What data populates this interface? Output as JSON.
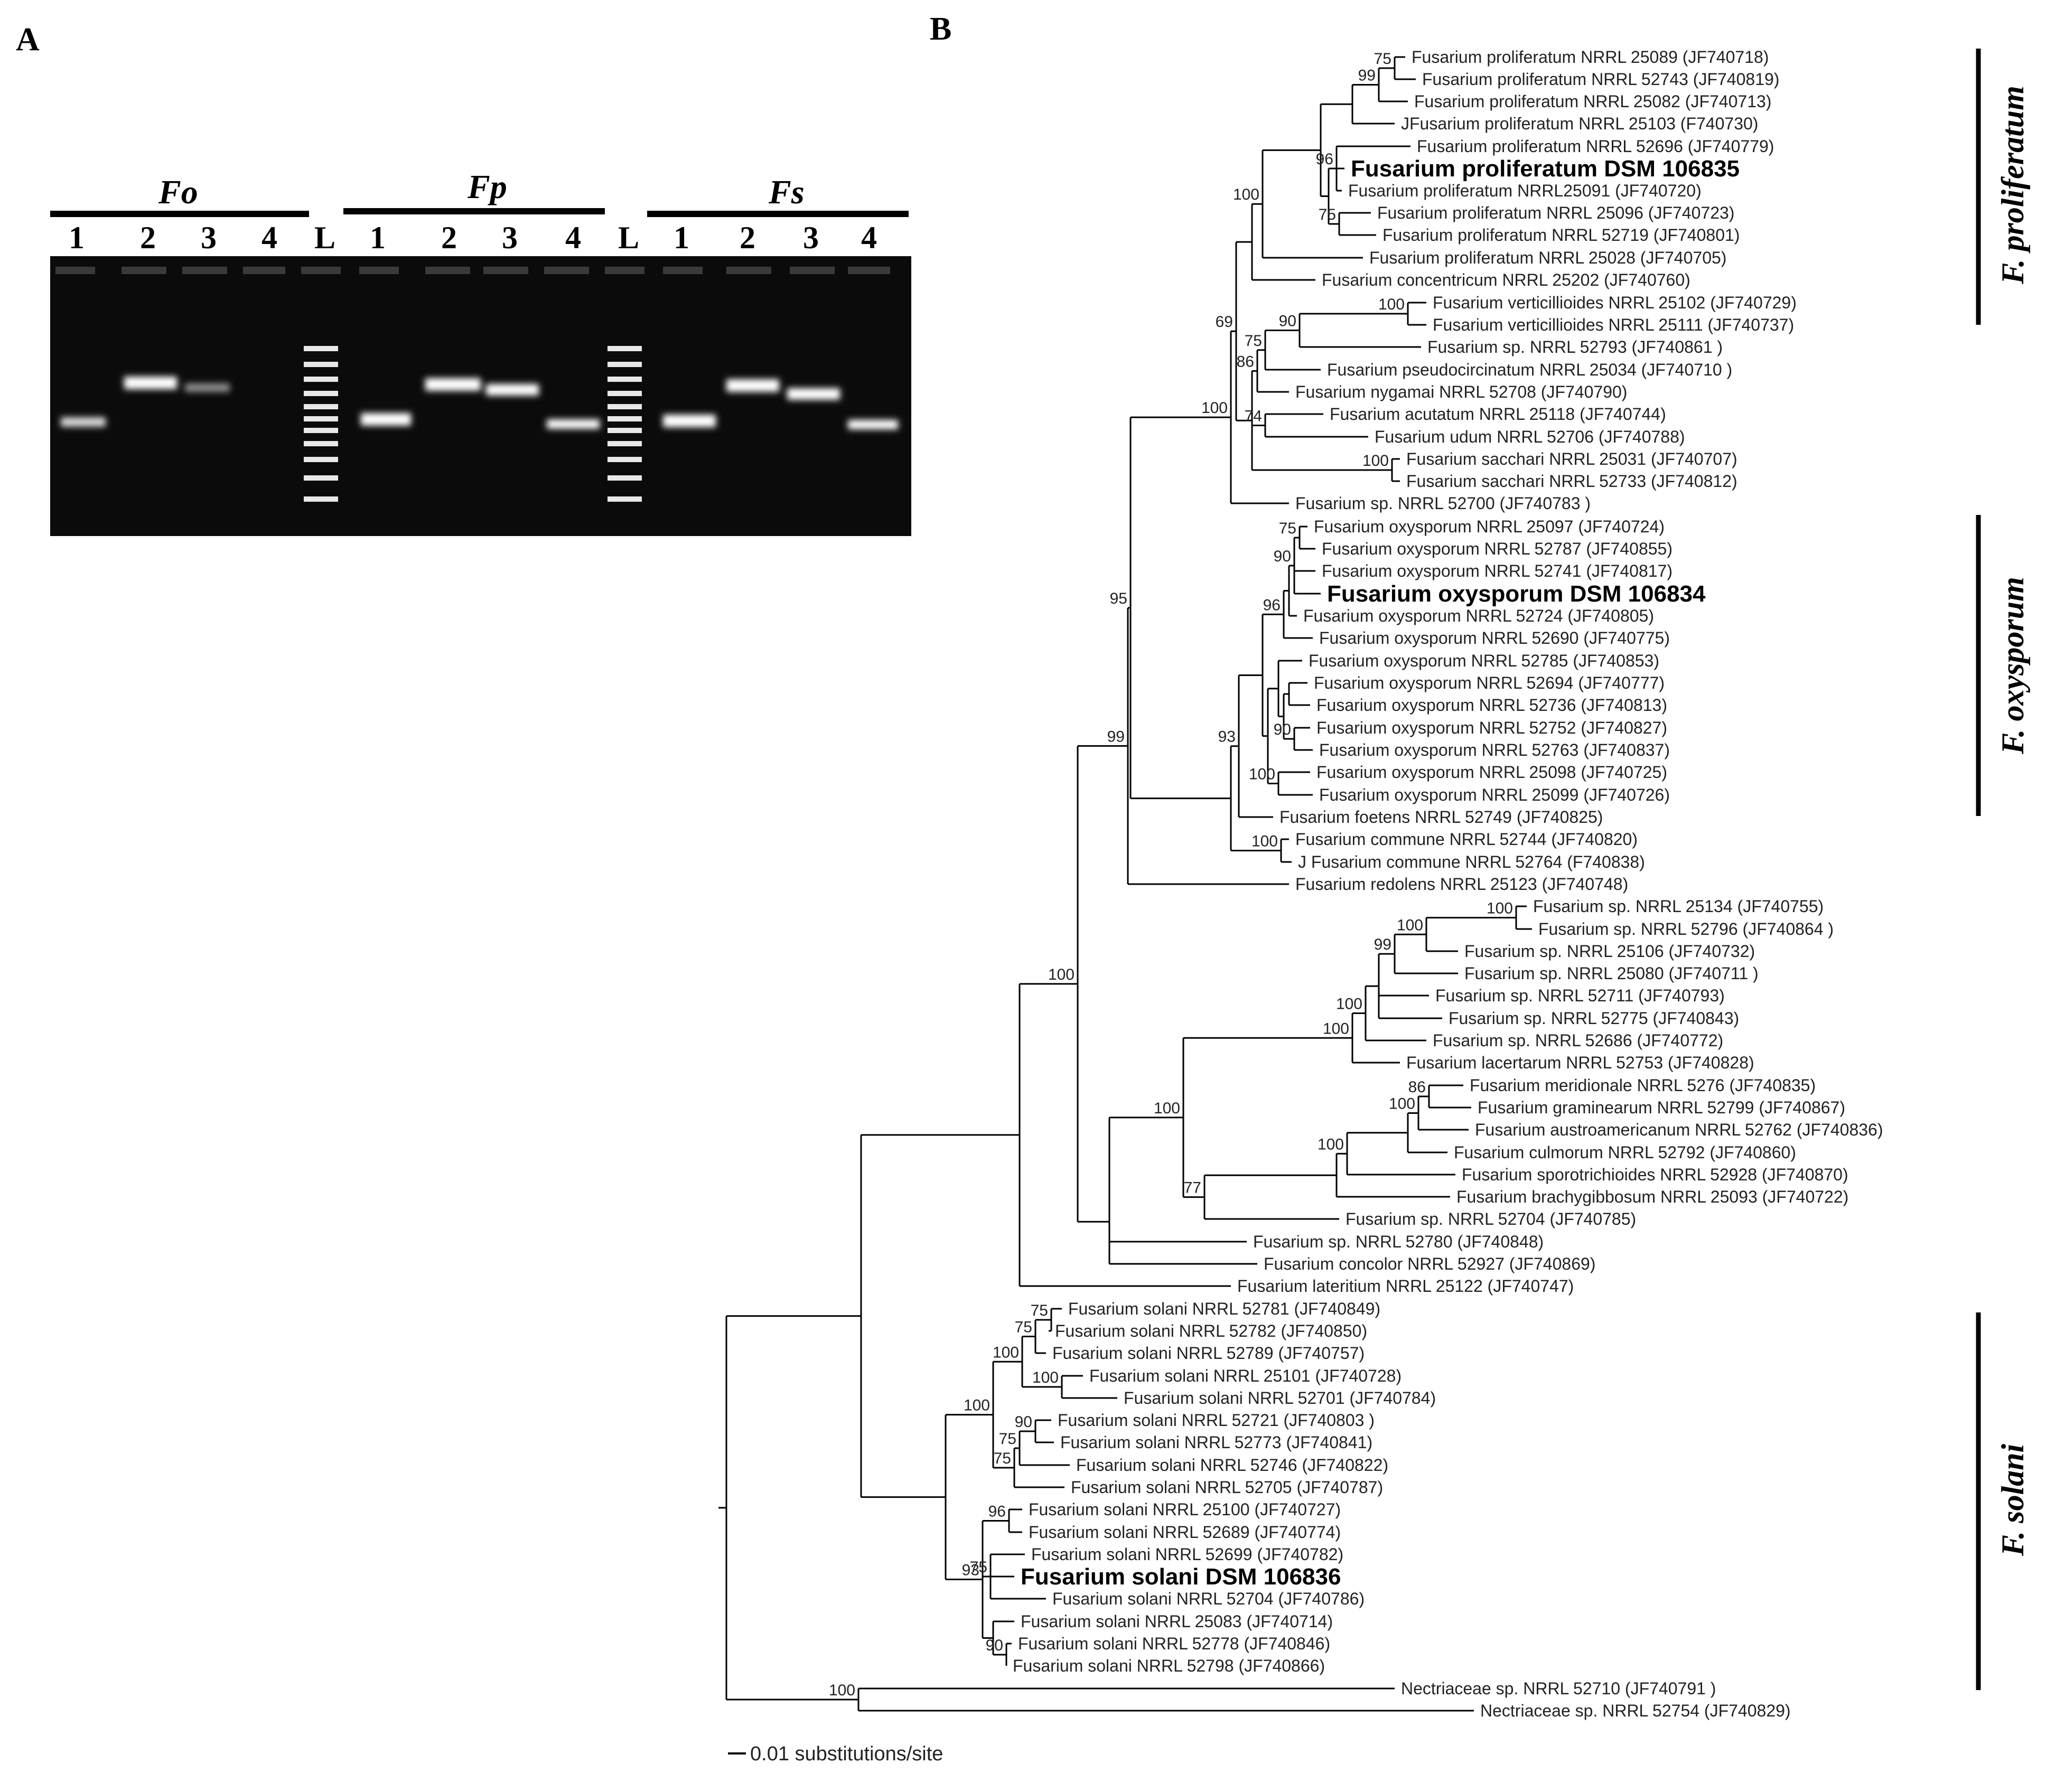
{
  "panel_a": {
    "letter": "A",
    "groups": [
      {
        "label": "Fo",
        "lanes": [
          "1",
          "2",
          "3",
          "4"
        ]
      },
      {
        "label": "Fp",
        "lanes": [
          "1",
          "2",
          "3",
          "4"
        ]
      },
      {
        "label": "Fs",
        "lanes": [
          "1",
          "2",
          "3",
          "4"
        ]
      }
    ],
    "ladder_label": "L"
  },
  "panel_b": {
    "letter": "B",
    "scale_label": "0.01 substitutions/site",
    "clades": [
      "F. proliferatum",
      "F. oxysporum",
      "F. solani"
    ],
    "taxa": [
      "Fusarium proliferatum NRRL 25089 (JF740718)",
      "Fusarium proliferatum NRRL 52743 (JF740819)",
      "Fusarium proliferatum NRRL 25082 (JF740713)",
      "JFusarium proliferatum NRRL 25103 (F740730)",
      "Fusarium proliferatum NRRL 52696 (JF740779)",
      "Fusarium proliferatum DSM 106835",
      "Fusarium proliferatum NRRL25091 (JF740720)",
      "Fusarium proliferatum NRRL 25096 (JF740723)",
      "Fusarium proliferatum NRRL 52719 (JF740801)",
      "Fusarium proliferatum NRRL 25028 (JF740705)",
      "Fusarium concentricum NRRL 25202 (JF740760)",
      "Fusarium verticillioides NRRL 25102 (JF740729)",
      "Fusarium verticillioides NRRL 25111 (JF740737)",
      "Fusarium sp. NRRL 52793 (JF740861 )",
      "Fusarium pseudocircinatum NRRL 25034 (JF740710 )",
      "Fusarium nygamai NRRL 52708 (JF740790)",
      "Fusarium acutatum NRRL 25118 (JF740744)",
      "Fusarium udum NRRL 52706  (JF740788)",
      "Fusarium sacchari NRRL 25031 (JF740707)",
      "Fusarium sacchari NRRL 52733 (JF740812)",
      "Fusarium sp. NRRL 52700 (JF740783 )",
      "Fusarium oxysporum NRRL 25097 (JF740724)",
      "Fusarium oxysporum NRRL 52787 (JF740855)",
      "Fusarium oxysporum  NRRL 52741 (JF740817)",
      "Fusarium oxysporum DSM 106834",
      "Fusarium oxysporum NRRL 52724 (JF740805)",
      "Fusarium oxysporum NRRL 52690 (JF740775)",
      "Fusarium oxysporum NRRL 52785 (JF740853)",
      "Fusarium oxysporum  NRRL 52694 (JF740777)",
      "Fusarium oxysporum NRRL 52736 (JF740813)",
      "Fusarium oxysporum NRRL 52752 (JF740827)",
      "Fusarium oxysporum NRRL 52763 (JF740837)",
      "Fusarium oxysporum  NRRL 25098 (JF740725)",
      "Fusarium oxysporum  NRRL 25099 (JF740726)",
      "Fusarium foetens NRRL 52749 (JF740825)",
      "Fusarium commune NRRL 52744 (JF740820)",
      "J Fusarium commune NRRL 52764 (F740838)",
      "Fusarium redolens NRRL 25123  (JF740748)",
      "Fusarium sp. NRRL 25134 (JF740755)",
      "Fusarium sp. NRRL 52796 (JF740864 )",
      "Fusarium sp. NRRL 25106 (JF740732)",
      "Fusarium sp. NRRL 25080 (JF740711 )",
      "Fusarium sp. NRRL 52711 (JF740793)",
      "Fusarium sp. NRRL 52775 (JF740843)",
      "Fusarium sp. NRRL 52686 (JF740772)",
      "Fusarium lacertarum NRRL 52753  (JF740828)",
      "Fusarium meridionale NRRL 5276 (JF740835)",
      "Fusarium graminearum NRRL 52799 (JF740867)",
      "Fusarium austroamericanum NRRL 52762 (JF740836)",
      "Fusarium culmorum  NRRL 52792 (JF740860)",
      "Fusarium sporotrichioides NRRL 52928 (JF740870)",
      "Fusarium brachygibbosum NRRL 25093 (JF740722)",
      "Fusarium sp. NRRL 52704 (JF740785)",
      "Fusarium sp. NRRL 52780 (JF740848)",
      "Fusarium concolor NRRL 52927 (JF740869)",
      "Fusarium lateritium NRRL 25122 (JF740747)",
      "Fusarium solani NRRL 52781 (JF740849)",
      "Fusarium solani NRRL 52782 (JF740850)",
      "Fusarium solani NRRL 52789 (JF740757)",
      "Fusarium solani NRRL 25101 (JF740728)",
      "Fusarium solani NRRL 52701 (JF740784)",
      "Fusarium solani NRRL 52721 (JF740803 )",
      "Fusarium solani NRRL 52773 (JF740841)",
      "Fusarium solani NRRL 52746 (JF740822)",
      "Fusarium solani NRRL 52705 (JF740787)",
      "Fusarium solani NRRL 25100  (JF740727)",
      "Fusarium solani NRRL  52689 (JF740774)",
      "Fusarium solani NRRL 52699 (JF740782)",
      "Fusarium solani DSM 106836",
      "Fusarium solani NRRL 52704 (JF740786)",
      "Fusarium solani NRRL 25083 (JF740714)",
      "Fusarium solani NRRL 52778 (JF740846)",
      "Fusarium solani NRRL 52798 (JF740866)",
      "Nectriaceae sp. NRRL 52710 (JF740791 )",
      "Nectriaceae sp. NRRL 52754 (JF740829)"
    ],
    "supports": [
      "75",
      "99",
      "96",
      "75",
      "100",
      "100",
      "90",
      "75",
      "86",
      "74",
      "100",
      "69",
      "100",
      "75",
      "90",
      "96",
      "90",
      "100",
      "93",
      "100",
      "95",
      "99",
      "100",
      "100",
      "99",
      "100",
      "100",
      "86",
      "100",
      "100",
      "77",
      "100",
      "100",
      "75",
      "75",
      "100",
      "100",
      "90",
      "75",
      "75",
      "100",
      "96",
      "75",
      "93",
      "90",
      "100"
    ]
  }
}
